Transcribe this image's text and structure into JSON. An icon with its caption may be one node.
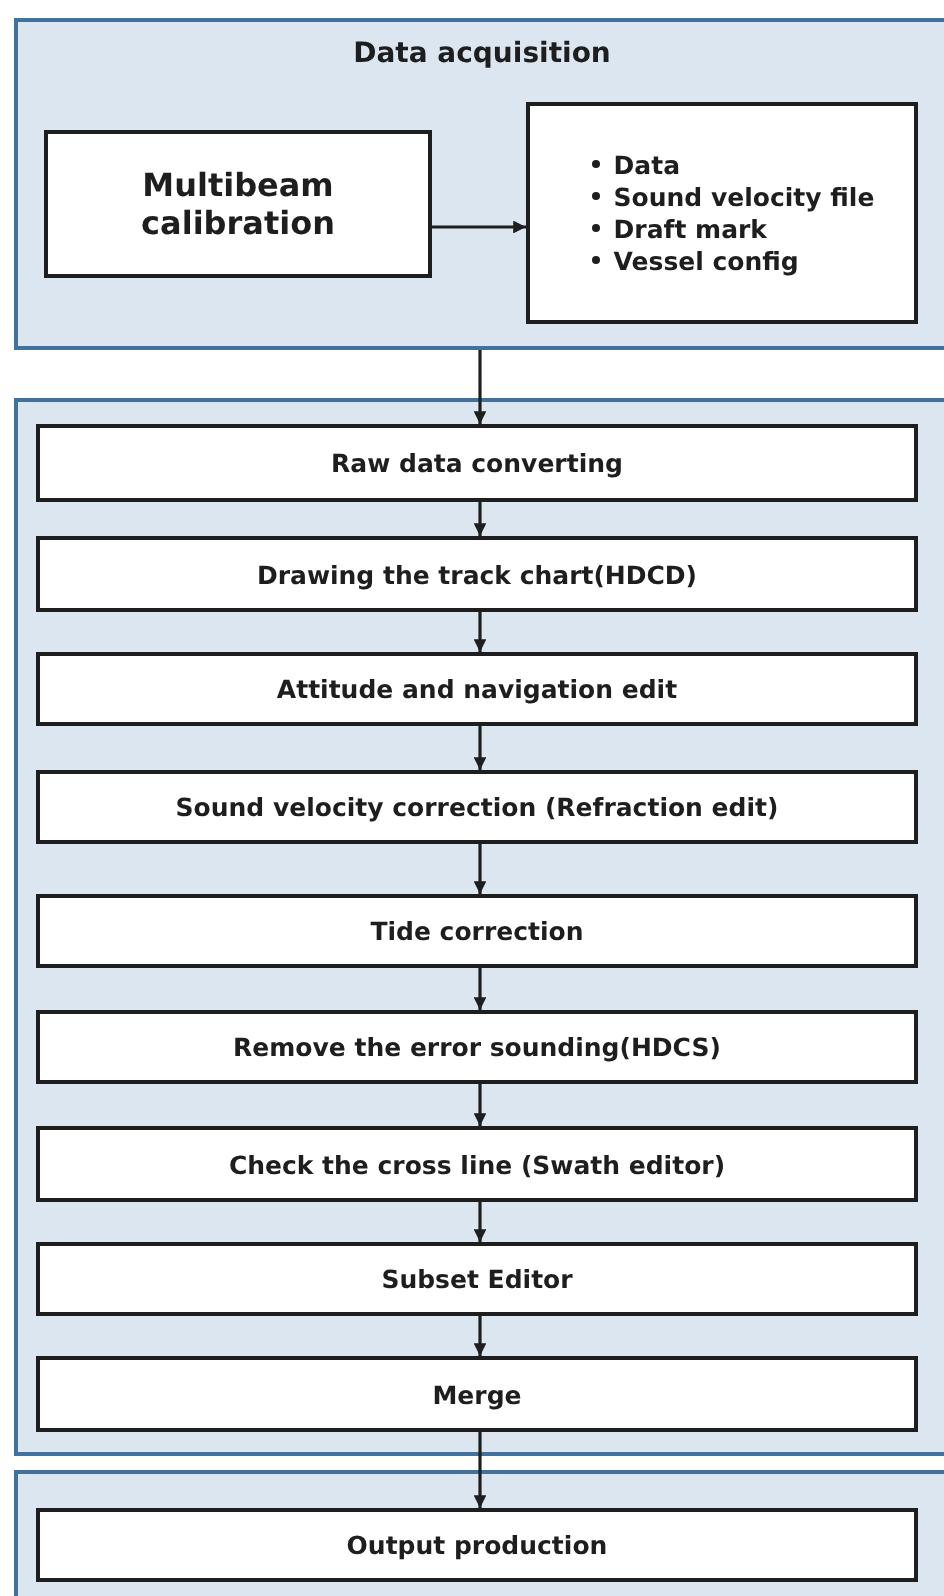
{
  "diagram": {
    "nodes": [
      {
        "text": [
          "Data acquisition"
        ]
      },
      {
        "text": [
          "Multibeam calibration"
        ],
        "in": 0
      },
      {
        "text": [
          "Data",
          "Sound velocity file",
          "Draft mark",
          "Vessel config"
        ],
        "in": 0
      },
      {
        "text": [],
        "shape": "box"
      },
      {
        "text": [
          "Raw data converting"
        ],
        "in": 3
      },
      {
        "text": [
          "Drawing the track chart(HDCD)"
        ],
        "in": 3
      },
      {
        "text": [
          "Attitude and navigation edit"
        ],
        "in": 3
      },
      {
        "text": [
          "Sound velocity correction (Refraction edit)"
        ],
        "in": 3
      },
      {
        "text": [
          "Tide correction"
        ],
        "in": 3
      },
      {
        "text": [
          "Remove the error sounding(HDCS)"
        ],
        "in": 3
      },
      {
        "text": [
          "Check the cross line (Swath editor)"
        ],
        "in": 3
      },
      {
        "text": [
          "Subset Editor"
        ],
        "in": 3
      },
      {
        "text": [
          "Merge"
        ],
        "in": 3
      },
      {
        "text": [],
        "shape": "box"
      },
      {
        "text": [
          "Output production"
        ],
        "in": 13
      }
    ],
    "edges": [
      {
        "from": 1,
        "to": 2,
        "arrow": "to"
      },
      {
        "from": 0,
        "to": 4,
        "arrow": "to"
      },
      {
        "from": 4,
        "to": 5,
        "arrow": "to"
      },
      {
        "from": 5,
        "to": 6,
        "arrow": "to"
      },
      {
        "from": 6,
        "to": 7,
        "arrow": "to"
      },
      {
        "from": 7,
        "to": 8,
        "arrow": "to"
      },
      {
        "from": 8,
        "to": 9,
        "arrow": "to"
      },
      {
        "from": 9,
        "to": 10,
        "arrow": "to"
      },
      {
        "from": 10,
        "to": 11,
        "arrow": "to"
      },
      {
        "from": 11,
        "to": 12,
        "arrow": "to"
      },
      {
        "from": 12,
        "to": 14,
        "arrow": "to"
      }
    ]
  }
}
